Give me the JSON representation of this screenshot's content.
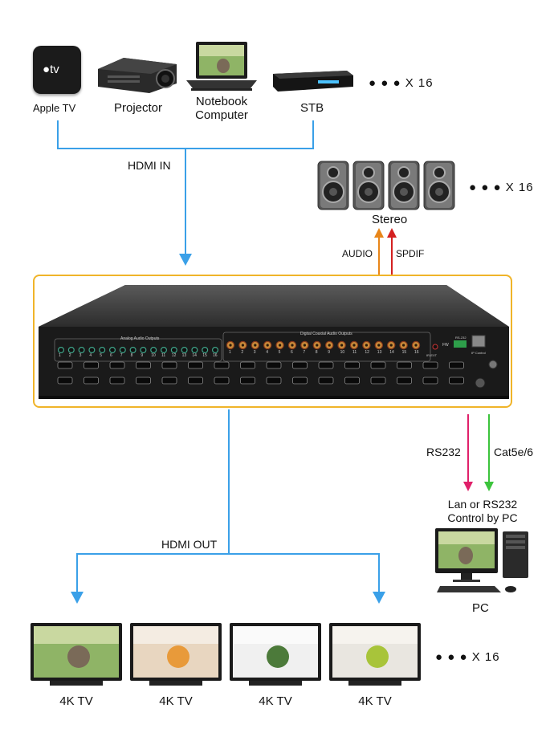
{
  "sources": {
    "apple_tv": "Apple TV",
    "apple_tv_logo": "tv",
    "projector": "Projector",
    "notebook_line1": "Notebook",
    "notebook_line2": "Computer",
    "stb": "STB",
    "count": "X 16"
  },
  "hdmi_in": "HDMI IN",
  "stereo": {
    "label": "Stereo",
    "count": "X 16",
    "audio": "AUDIO",
    "spdif": "SPDIF"
  },
  "device": {
    "analog_title": "Analog Audio Outputs",
    "coax_title": "Digital Coaxial Audio Outputs",
    "rs232": "RS-232",
    "ip_control": "IP Control",
    "ir_ext": "IR-EXT",
    "fw": "FW",
    "port_numbers": [
      "1",
      "2",
      "3",
      "4",
      "5",
      "6",
      "7",
      "8",
      "9",
      "10",
      "11",
      "12",
      "13",
      "14",
      "15",
      "16"
    ]
  },
  "control": {
    "rs232": "RS232",
    "cat": "Cat5e/6",
    "lan_line1": "Lan or RS232",
    "lan_line2": "Control by PC",
    "pc": "PC"
  },
  "hdmi_out": "HDMI OUT",
  "tvs": {
    "labels": [
      "4K TV",
      "4K TV",
      "4K TV",
      "4K TV"
    ],
    "count": "X 16"
  },
  "colors": {
    "hdmi_line": "#3aa0e8",
    "frame": "#f0b429",
    "audio_arrow": "#e8861a",
    "spdif_arrow": "#d42020",
    "rs232_arrow": "#e0206a",
    "cat_arrow": "#3cc43c"
  }
}
